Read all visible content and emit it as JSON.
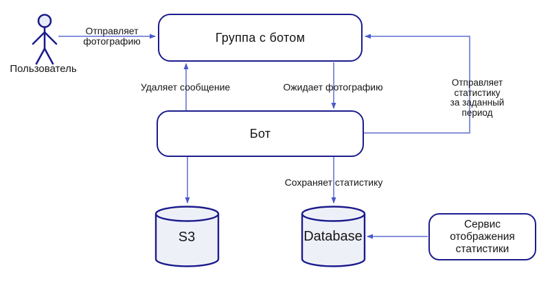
{
  "diagram": {
    "nodes": {
      "actor": {
        "label": "Пользователь"
      },
      "group": {
        "label": "Группа с ботом"
      },
      "bot": {
        "label": "Бот"
      },
      "s3": {
        "label": "S3"
      },
      "database": {
        "label": "Database"
      },
      "service": {
        "lines": [
          "Сервис",
          "отображения",
          "статистики"
        ]
      }
    },
    "edges": {
      "send_photo": {
        "lines": [
          "Отправляет",
          "фотографию"
        ]
      },
      "delete_message": {
        "label": "Удаляет сообщение"
      },
      "await_photo": {
        "label": "Ожидает фотографию"
      },
      "send_stats": {
        "lines": [
          "Отправляет статистику",
          "за заданный период"
        ]
      },
      "save_stats": {
        "label": "Сохраняет статистику"
      }
    },
    "colors": {
      "node_border": "#1a1a8c",
      "arrow_line": "#8490dc",
      "arrow_head": "#4a58cb",
      "cylinder_fill": "#eef0f8",
      "head_fill": "#e8ecf8",
      "text": "#141414"
    }
  }
}
